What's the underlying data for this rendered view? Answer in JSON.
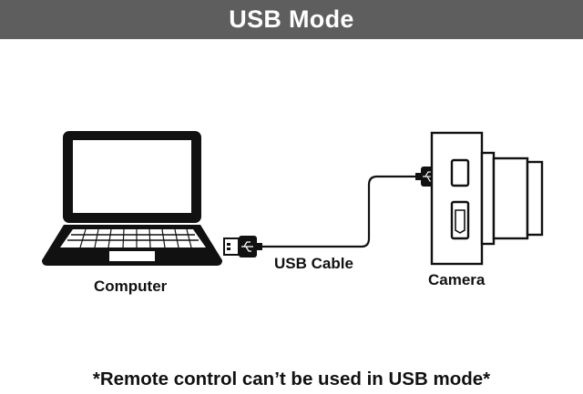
{
  "header": {
    "title": "USB Mode"
  },
  "diagram": {
    "computer_label": "Computer",
    "cable_label": "USB Cable",
    "camera_label": "Camera"
  },
  "footnote": "*Remote control can’t be used in USB mode*",
  "colors": {
    "header_bg": "#5e5e5e",
    "header_text": "#ffffff",
    "ink": "#111111"
  },
  "icons": [
    "laptop-icon",
    "usb-plug-icon",
    "usb-cable-icon",
    "camera-icon"
  ]
}
